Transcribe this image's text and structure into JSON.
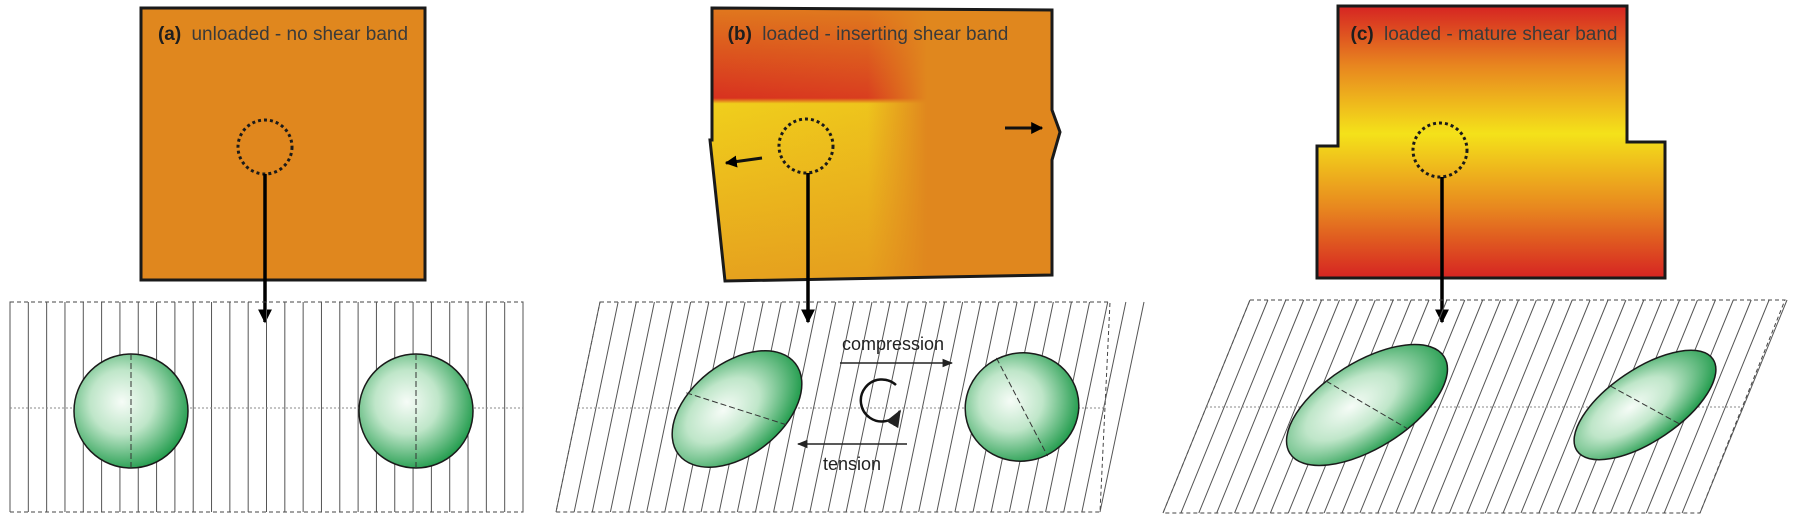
{
  "panels": [
    {
      "key": "a",
      "letter": "(a)",
      "caption": "unloaded - no shear band"
    },
    {
      "key": "b",
      "letter": "(b)",
      "caption": "loaded - inserting shear band"
    },
    {
      "key": "c",
      "letter": "(c)",
      "caption": "loaded - mature shear band"
    }
  ],
  "annotations": {
    "compression": "compression",
    "tension": "tension"
  },
  "colors": {
    "block_orange": "#e0871e",
    "block_red": "#d62422",
    "block_yellow": "#f1d21a",
    "grain_green": "#1e9a4a",
    "grain_light": "#f4fbf5",
    "outline": "#1a1a1a"
  }
}
